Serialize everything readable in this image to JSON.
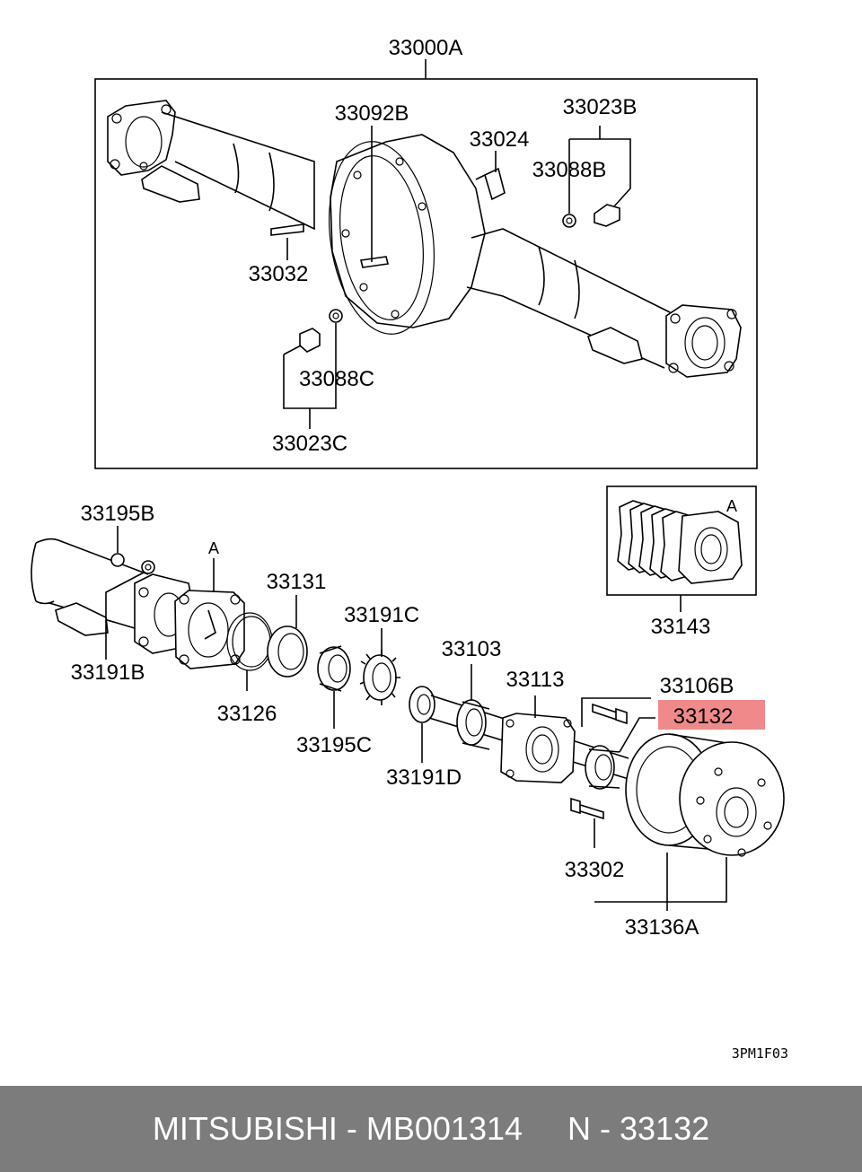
{
  "labels": {
    "assembly": "33000A",
    "l33092B": "33092B",
    "l33023B": "33023B",
    "l33024": "33024",
    "l33088B": "33088B",
    "l33032": "33032",
    "l33088C": "33088C",
    "l33023C": "33023C",
    "l33195B": "33195B",
    "l33191B": "33191B",
    "l33131": "33131",
    "l33126": "33126",
    "l33191C": "33191C",
    "l33195C": "33195C",
    "l33103": "33103",
    "l33191D": "33191D",
    "l33113": "33113",
    "l33106B": "33106B",
    "highlighted": "33132",
    "l33143": "33143",
    "l33302": "33302",
    "l33136A": "33136A",
    "refA1": "A",
    "refA2": "A",
    "drawing_code": "3PM1F03"
  },
  "highlight_color": "#f08a8a",
  "footer": {
    "text": "MITSUBISHI - MB001314     N - 33132"
  }
}
